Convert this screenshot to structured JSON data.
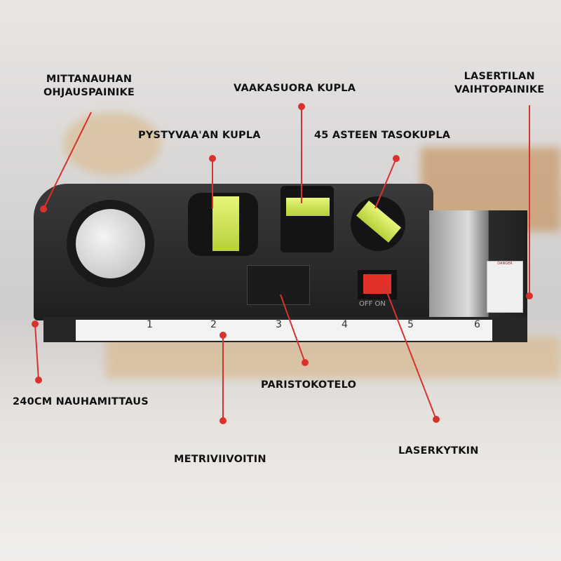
{
  "labels": {
    "tape_control_button": "MITTANAUHAN\nOHJAUSPAINIKE",
    "horizontal_bubble": "VAAKASUORA KUPLA",
    "laser_mode_button": "LASERTILAN\nVAIHTOPAINIKE",
    "vertical_bubble": "PYSTYVAA'AN KUPLA",
    "bubble_45": "45 ASTEEN TASOKUPLA",
    "battery_case": "PARISTOKOTELO",
    "tape_measure": "240CM NAUHAMITTAUS",
    "metric_ruler": "METRIVIIVOITIN",
    "laser_switch": "LASERKYTKIN"
  },
  "device": {
    "ruler_numbers": [
      "1",
      "2",
      "3",
      "4",
      "5",
      "6"
    ],
    "switch_text": "OFF  ON",
    "sticker_text": "DANGER"
  },
  "colors": {
    "annotation_line": "#d9322d",
    "switch": "#e2302a",
    "bubble_vial": "#c8e04a"
  }
}
